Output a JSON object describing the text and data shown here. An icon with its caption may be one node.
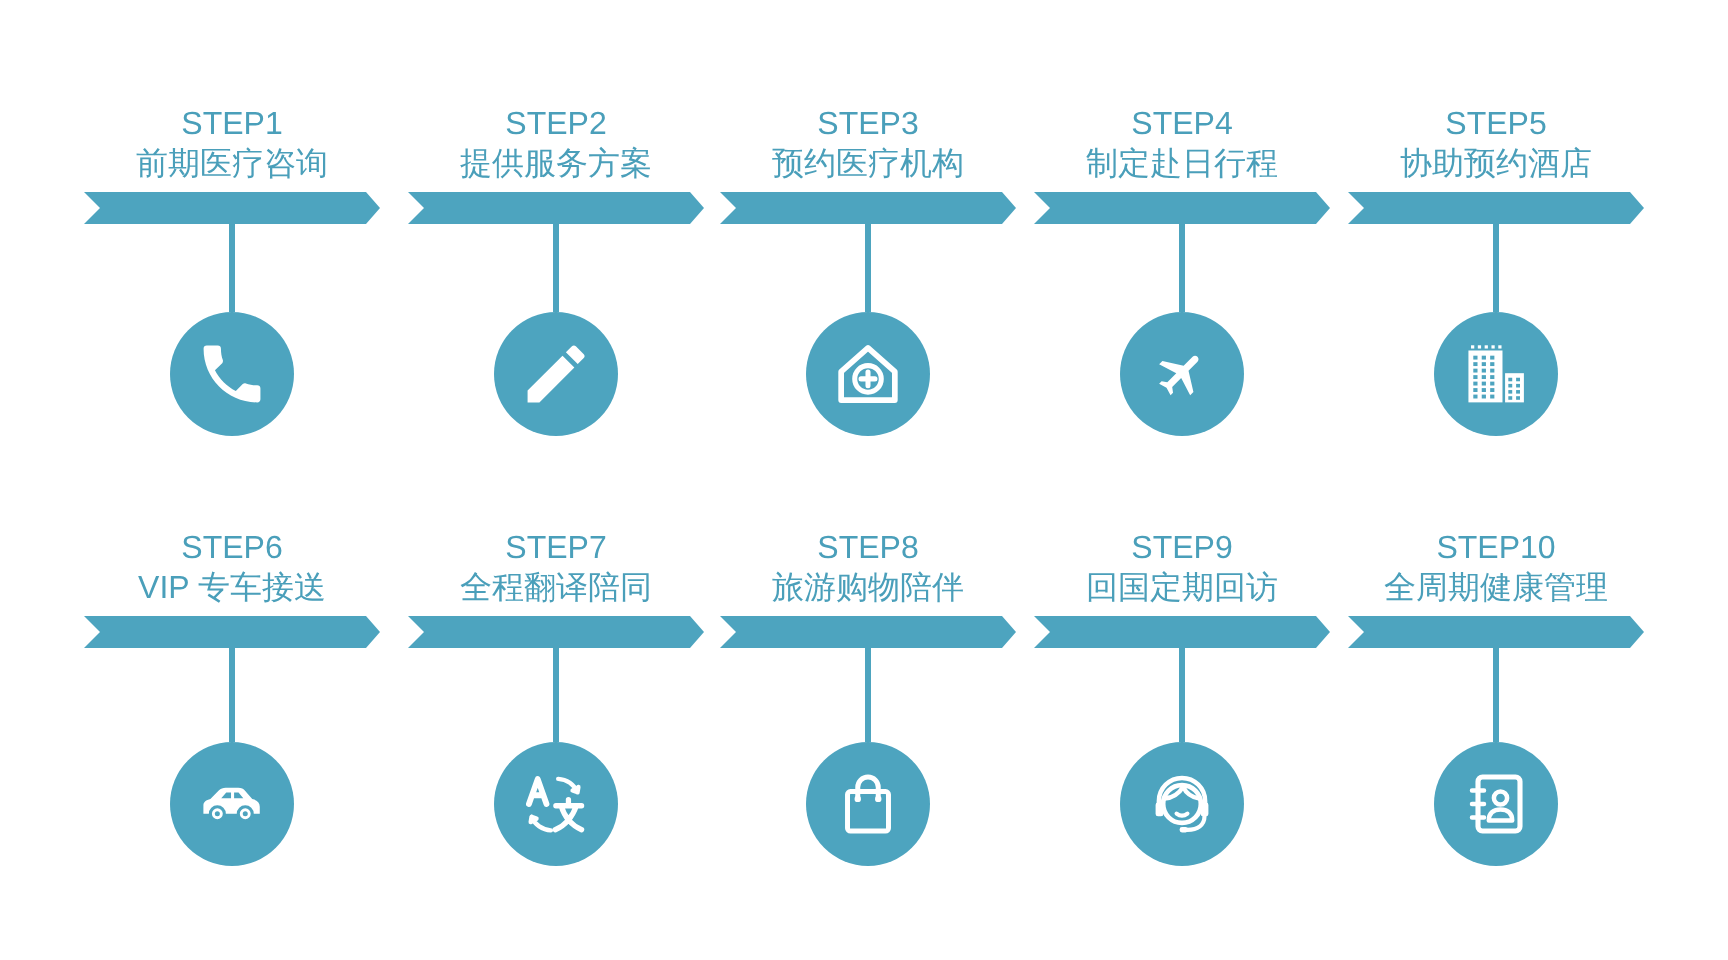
{
  "diagram": {
    "nodes": [
      {
        "text": [
          "STEP1",
          "前期医疗咨询"
        ]
      },
      {
        "text": [],
        "shape": "circle"
      },
      {
        "text": [
          "STEP2",
          "提供服务方案"
        ]
      },
      {
        "text": [],
        "shape": "circle"
      },
      {
        "text": [
          "STEP3",
          "预约医疗机构"
        ]
      },
      {
        "text": [],
        "shape": "circle"
      },
      {
        "text": [
          "STEP4",
          "制定赴日行程"
        ]
      },
      {
        "text": [],
        "shape": "circle"
      },
      {
        "text": [
          "STEP5",
          "协助预约酒店"
        ]
      },
      {
        "text": [],
        "shape": "circle"
      },
      {
        "text": [
          "STEP6",
          "VIP 专车接送"
        ]
      },
      {
        "text": [],
        "shape": "circle"
      },
      {
        "text": [
          "STEP7",
          "全程翻译陪同"
        ]
      },
      {
        "text": [],
        "shape": "circle"
      },
      {
        "text": [
          "STEP8",
          "旅游购物陪伴"
        ]
      },
      {
        "text": [],
        "shape": "circle"
      },
      {
        "text": [
          "STEP9",
          "回国定期回访"
        ]
      },
      {
        "text": [],
        "shape": "circle"
      },
      {
        "text": [
          "STEP10",
          "全周期健康管理"
        ]
      },
      {
        "text": [],
        "shape": "circle"
      }
    ],
    "edges": [
      {
        "from": 0,
        "to": 1,
        "arrow": "none"
      },
      {
        "from": 2,
        "to": 3,
        "arrow": "none"
      },
      {
        "from": 4,
        "to": 5,
        "arrow": "none"
      },
      {
        "from": 6,
        "to": 7,
        "arrow": "none"
      },
      {
        "from": 8,
        "to": 9,
        "arrow": "none"
      },
      {
        "from": 10,
        "to": 11,
        "arrow": "none"
      },
      {
        "from": 12,
        "to": 13,
        "arrow": "none"
      },
      {
        "from": 14,
        "to": 15,
        "arrow": "none"
      },
      {
        "from": 16,
        "to": 17,
        "arrow": "none"
      },
      {
        "from": 18,
        "to": 19,
        "arrow": "none"
      }
    ]
  }
}
